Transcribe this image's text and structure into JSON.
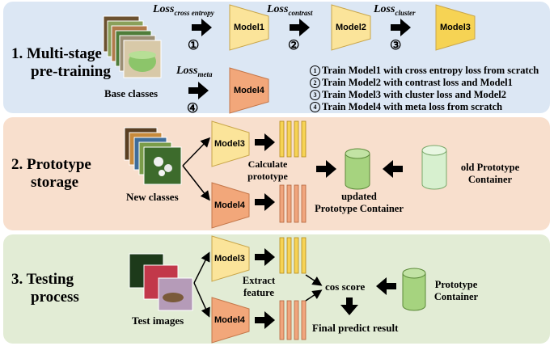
{
  "panels": [
    {
      "title_line1": "1. Multi-stage",
      "title_line2": "pre-training"
    },
    {
      "title_line1": "2. Prototype",
      "title_line2": "storage"
    },
    {
      "title_line1": "3. Testing",
      "title_line2": "process"
    }
  ],
  "pretraining": {
    "base_classes": "Base classes",
    "loss_main": "Loss",
    "loss_ce_sub": "cross entropy",
    "loss_contrast_sub": "contrast",
    "loss_cluster_sub": "cluster",
    "loss_meta_sub": "meta",
    "step_numbers": [
      "①",
      "②",
      "③",
      "④"
    ],
    "models": [
      "Model1",
      "Model2",
      "Model3",
      "Model4"
    ],
    "steps": [
      {
        "num": "1",
        "text": "Train Model1 with cross entropy loss from scratch"
      },
      {
        "num": "2",
        "text": "Train Model2 with contrast loss and Model1"
      },
      {
        "num": "3",
        "text": "Train Model3 with cluster loss and Model2"
      },
      {
        "num": "4",
        "text": "Train Model4 with meta loss from scratch"
      }
    ]
  },
  "storage": {
    "new_classes": "New  classes",
    "model3": "Model3",
    "model4": "Model4",
    "calc_line1": "Calculate",
    "calc_line2": "prototype",
    "updated_line1": "updated",
    "updated_line2": "Prototype Container",
    "old_line1": "old Prototype",
    "old_line2": "Container"
  },
  "testing": {
    "test_images": "Test images",
    "model3": "Model3",
    "model4": "Model4",
    "extract_line1": "Extract",
    "extract_line2": "feature",
    "cos_score": "cos score",
    "proto_line1": "Prototype",
    "proto_line2": "Container",
    "final": "Final predict result"
  },
  "colors": {
    "panel1": "#dce7f4",
    "panel2": "#f8dfcd",
    "panel3": "#e2ecd5",
    "model_yellow": "#fbe49a",
    "model_orange": "#f2a77a",
    "feature_yellow": "#f6d354",
    "feature_orange": "#f0a57d",
    "cylinder_green": "#a6d37f",
    "cylinder_light": "#d7f0cf"
  }
}
